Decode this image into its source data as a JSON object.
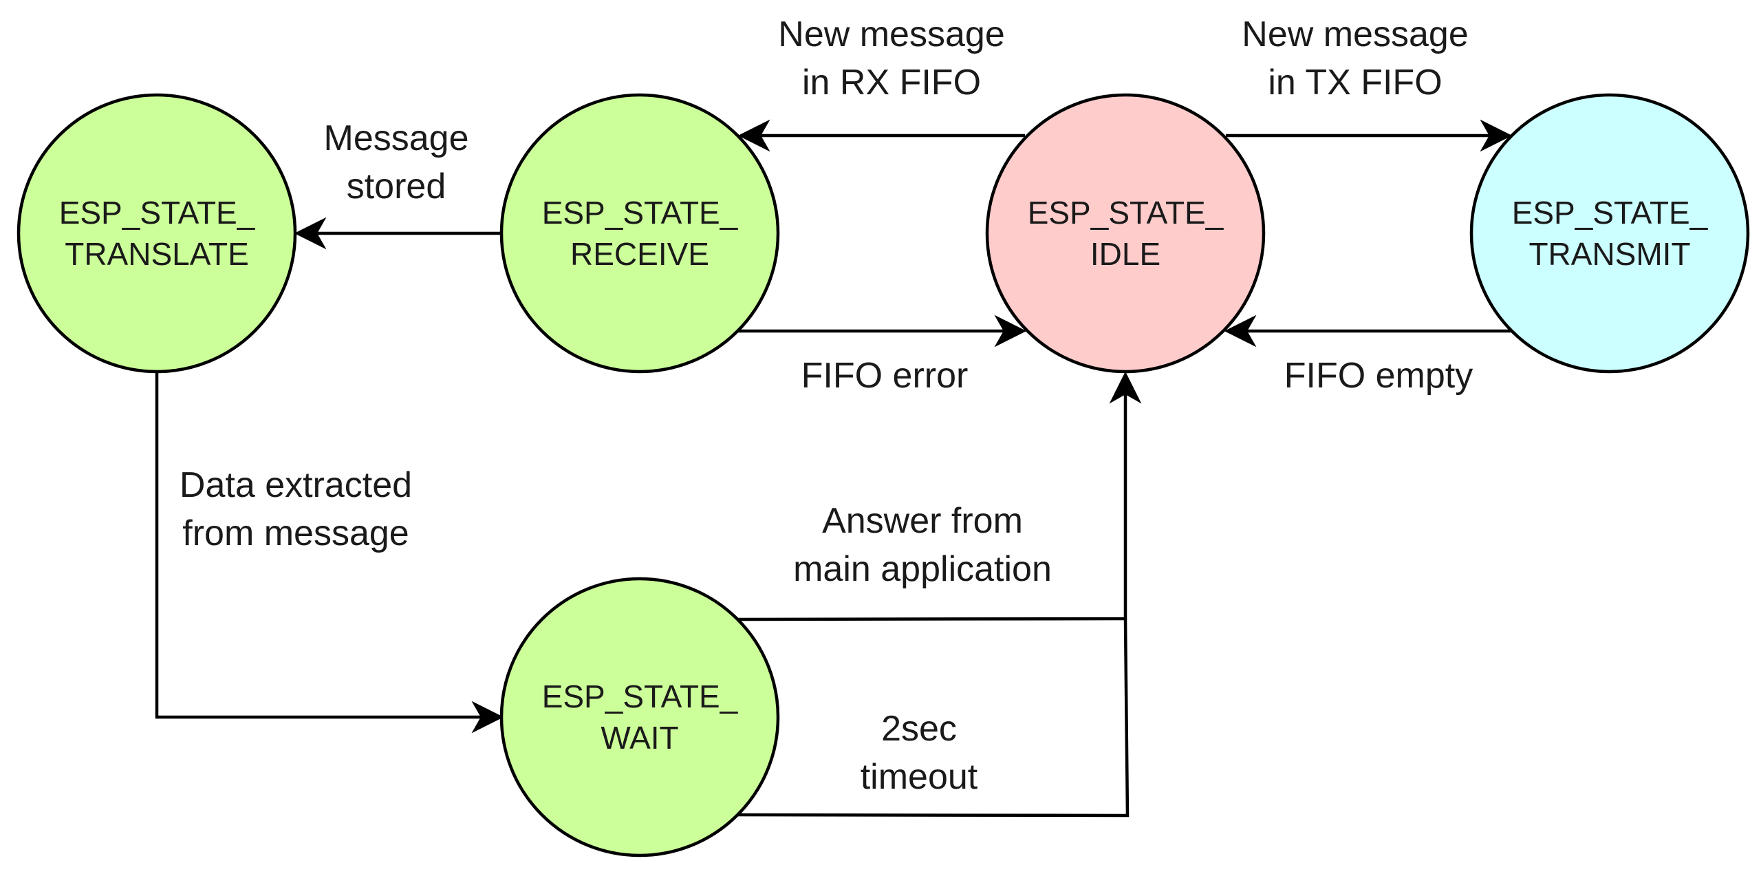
{
  "colors": {
    "green_state": "#ccff99",
    "idle_state": "#ffcccc",
    "transmit_state": "#ccffff",
    "line": "#000000",
    "text": "#1a1a1a"
  },
  "states": {
    "translate": {
      "line1": "ESP_STATE_",
      "line2": "TRANSLATE"
    },
    "receive": {
      "line1": "ESP_STATE_",
      "line2": "RECEIVE"
    },
    "idle": {
      "line1": "ESP_STATE_",
      "line2": "IDLE"
    },
    "transmit": {
      "line1": "ESP_STATE_",
      "line2": "TRANSMIT"
    },
    "wait": {
      "line1": "ESP_STATE_",
      "line2": "WAIT"
    }
  },
  "transitions": {
    "rx_fifo": {
      "line1": "New message",
      "line2": "in RX FIFO"
    },
    "tx_fifo": {
      "line1": "New message",
      "line2": "in TX FIFO"
    },
    "stored": {
      "line1": "Message",
      "line2": "stored"
    },
    "fifo_error": {
      "line1": "FIFO error"
    },
    "fifo_empty": {
      "line1": "FIFO empty"
    },
    "extracted": {
      "line1": "Data extracted",
      "line2": "from message"
    },
    "answer": {
      "line1": "Answer from",
      "line2": "main application"
    },
    "timeout": {
      "line1": "2sec",
      "line2": "timeout"
    }
  }
}
